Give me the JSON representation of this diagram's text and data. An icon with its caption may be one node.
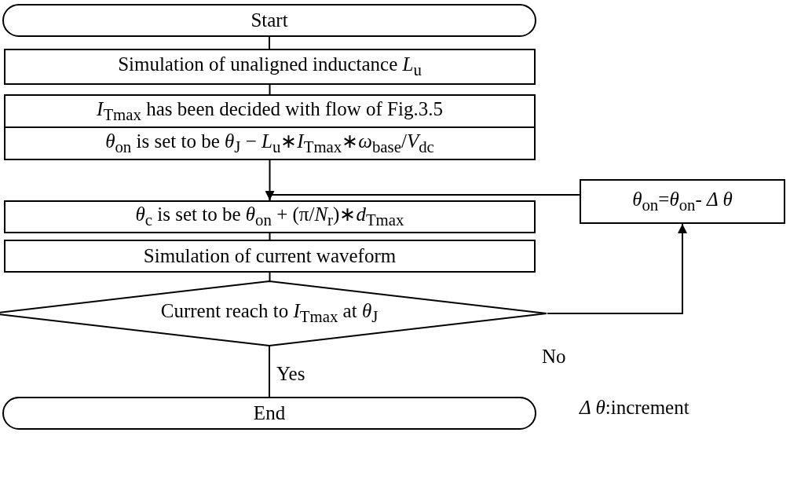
{
  "diagram": {
    "nodes": [
      {
        "text": [
          "Start"
        ]
      },
      {
        "text": [
          "Simulation of unaligned inductance *L*$_{u}$"
        ]
      },
      {
        "text": [
          "*I*$_{Tmax}$ has been decided with flow of Fig.3.5",
          "*θ*$_{on}$ is set to be *θ*$_{J}$ − *L*$_{u}$∗*I*$_{Tmax}$∗*ω*$_{base}$/*V*$_{dc}$"
        ]
      },
      {
        "text": [
          "*θ*$_{c}$ is set to be *θ*$_{on}$ + (π/*N*$_{r}$)∗*d*$_{Tmax}$"
        ]
      },
      {
        "text": [
          "Simulation of current waveform"
        ]
      },
      {
        "text": [
          "Current reach to *I*$_{Tmax}$ at *θ*$_{J}$"
        ]
      },
      {
        "text": [
          "End"
        ]
      },
      {
        "text": [
          "*θ*$_{on}$=*θ*$_{on}$- *Δ θ*"
        ]
      }
    ],
    "edges": [
      {
        "from": 0,
        "to": 1,
        "arrow": "none"
      },
      {
        "from": 1,
        "to": 2,
        "arrow": "none"
      },
      {
        "from": 2,
        "to": 3,
        "arrow": "none"
      },
      {
        "from": 7,
        "to": 3,
        "arrow": "to"
      },
      {
        "from": 3,
        "to": 4,
        "arrow": "none"
      },
      {
        "from": 4,
        "to": 5,
        "arrow": "none"
      },
      {
        "from": 5,
        "to": 6,
        "arrow": "none",
        "label": "Yes"
      },
      {
        "from": 5,
        "to": 7,
        "arrow": "to",
        "label": "No"
      }
    ],
    "labels": [
      "*Δ θ*:increment"
    ]
  }
}
